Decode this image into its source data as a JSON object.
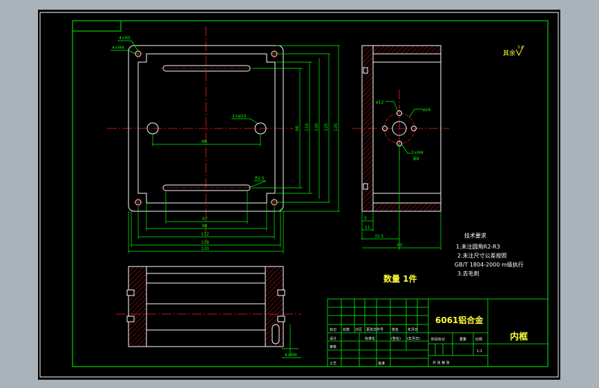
{
  "colors": {
    "background": "#aab2ba",
    "sheet": "#000000",
    "border": "#ffffff",
    "outline": "#ffffff",
    "centerline": "#ff2020",
    "dimension": "#00ff00",
    "hatch": "#ff2020",
    "titleblock": "#00ff00",
    "text_yellow": "#ffff33",
    "text_white": "#ffffff"
  },
  "labels": {
    "hole_4_r5": "4×R5",
    "hole_4_m4_top": "4×M4",
    "hole_2_d10": "2×ø10",
    "r25": "R2.5",
    "surface_finish": "其余",
    "roughness": "3.2",
    "dim_88": "88",
    "dim_67": "67",
    "dim_98": "98",
    "dim_112": "112",
    "dim_118": "118",
    "dim_120": "120",
    "dim_v_98": "98",
    "dim_v_110": "110",
    "dim_v_120": "120",
    "dim_v_125": "125",
    "dim_v_135": "135",
    "side_d12": "ø12",
    "side_d26": "ø26",
    "side_3m4": "3×M4",
    "side_depth": "深8",
    "side_5": "5",
    "side_11": "11",
    "side_325": "32.5",
    "side_65": "65",
    "sect_4m4": "4×M4",
    "quantity": "数量  1件"
  },
  "tech": {
    "heading": "技术要求",
    "line1": "1.未注圆角R2-R3",
    "line2": "2.未注尺寸公差按照",
    "line3": "GB/T 1804-2000 m级执行",
    "line4": "3.去毛刺"
  },
  "title_block": {
    "material": "6061铝合金",
    "part_name": "内框",
    "mark": "标记",
    "count": "处数",
    "zone": "分区",
    "change_doc": "更改文件号",
    "sign": "签名",
    "date": "年月日",
    "design": "设计",
    "standard": "标准化",
    "stage_mark": "阶段标记",
    "weight": "重量",
    "scale": "比例",
    "scale_value": "1:1",
    "review": "审核",
    "process": "工艺",
    "approve": "批准",
    "sheets": "共  张  第  张",
    "sign2": "(签名)",
    "date2": "(年月日)"
  }
}
